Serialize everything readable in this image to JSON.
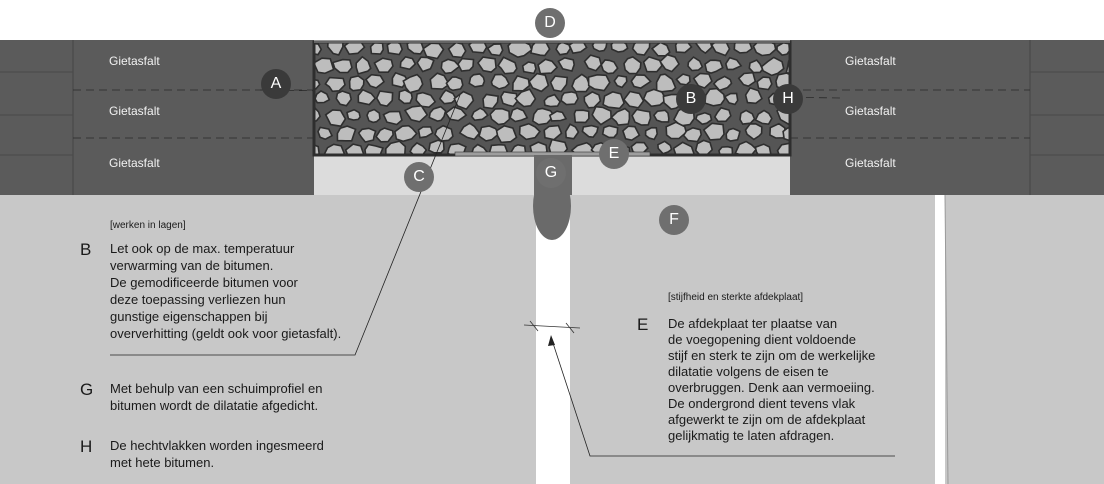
{
  "layers": {
    "left": [
      "Gietasfalt",
      "Gietasfalt",
      "Gietasfalt"
    ],
    "right": [
      "Gietasfalt",
      "Gietasfalt",
      "Gietasfalt"
    ]
  },
  "markers": {
    "a": "A",
    "b": "B",
    "c": "C",
    "d": "D",
    "e": "E",
    "f": "F",
    "g": "G",
    "h": "H"
  },
  "notes": {
    "b": {
      "heading": "[werken in lagen]",
      "letter": "B",
      "lines": [
        "Let ook op de max. temperatuur",
        "verwarming van de bitumen.",
        "De gemodificeerde bitumen voor",
        "deze toepassing verliezen hun",
        "gunstige eigenschappen bij",
        "oververhitting (geldt ook voor gietasfalt)."
      ]
    },
    "g": {
      "letter": "G",
      "lines": [
        "Met behulp van een schuimprofiel en",
        "bitumen wordt de dilatatie afgedicht."
      ]
    },
    "h": {
      "letter": "H",
      "lines": [
        "De hechtvlakken worden ingesmeerd",
        "met hete bitumen."
      ]
    },
    "e": {
      "heading": "[stijfheid en sterkte afdekplaat]",
      "letter": "E",
      "lines": [
        "De afdekplaat ter plaatse van",
        "de voegopening dient voldoende",
        "stijf en sterk te zijn om de werkelijke",
        "dilatatie volgens de eisen te",
        "overbruggen. Denk aan vermoeiing.",
        "De ondergrond dient tevens vlak",
        "afgewerkt te zijn om de afdekplaat",
        "gelijkmatig te laten afdragen."
      ]
    }
  },
  "colors": {
    "asphalt": "#5b5b5b",
    "concrete": "#c8c8c8",
    "sublayer": "#dcdcdc",
    "stone_fill": "#bdbdbd",
    "stone_edge": "#2e2e2e",
    "joint": "#ffffff",
    "foam": "#6a6a6a"
  }
}
